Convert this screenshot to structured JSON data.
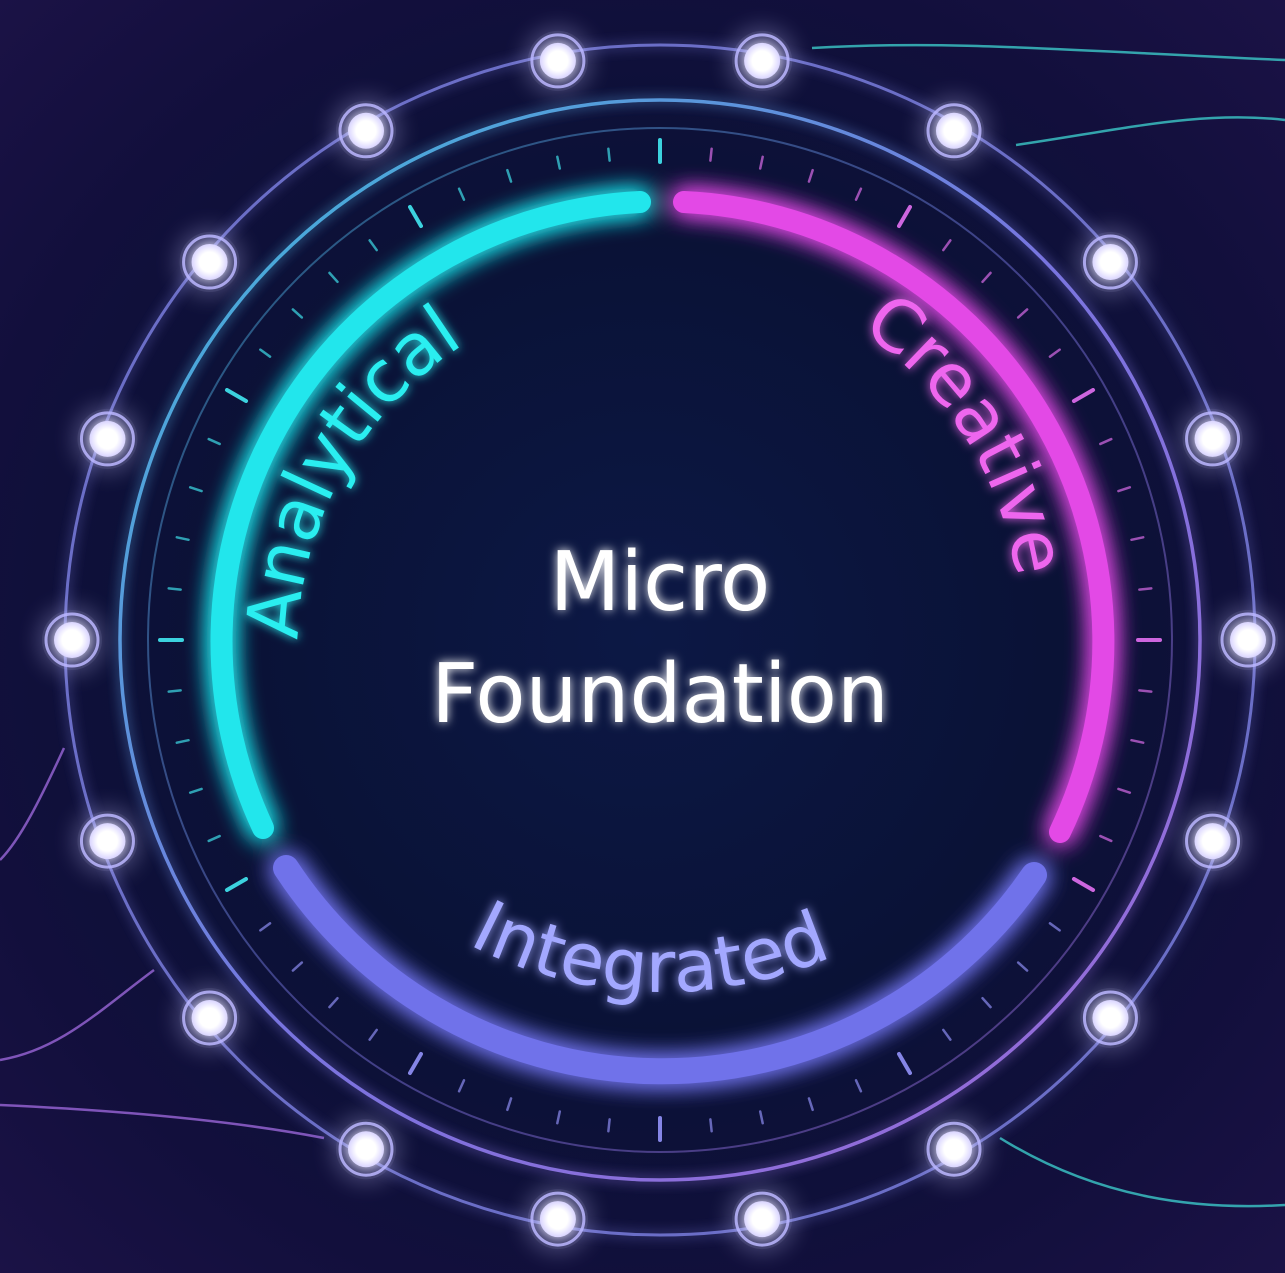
{
  "center": {
    "line1": "Micro",
    "line2": "Foundation"
  },
  "segments": [
    {
      "key": "analytical",
      "label": "Analytical",
      "color": "#22e6ec"
    },
    {
      "key": "creative",
      "label": "Creative",
      "color": "#e34ae6"
    },
    {
      "key": "integrated",
      "label": "Integrated",
      "color": "#7678f0"
    }
  ],
  "colors": {
    "background": "#0b1438",
    "ring": "#7a7fe6",
    "node_core": "#ffffff",
    "node_glow": "#c9c6ff",
    "connector_teal": "#3cc9c9",
    "connector_violet": "#9a66d8"
  },
  "node_count": 18
}
